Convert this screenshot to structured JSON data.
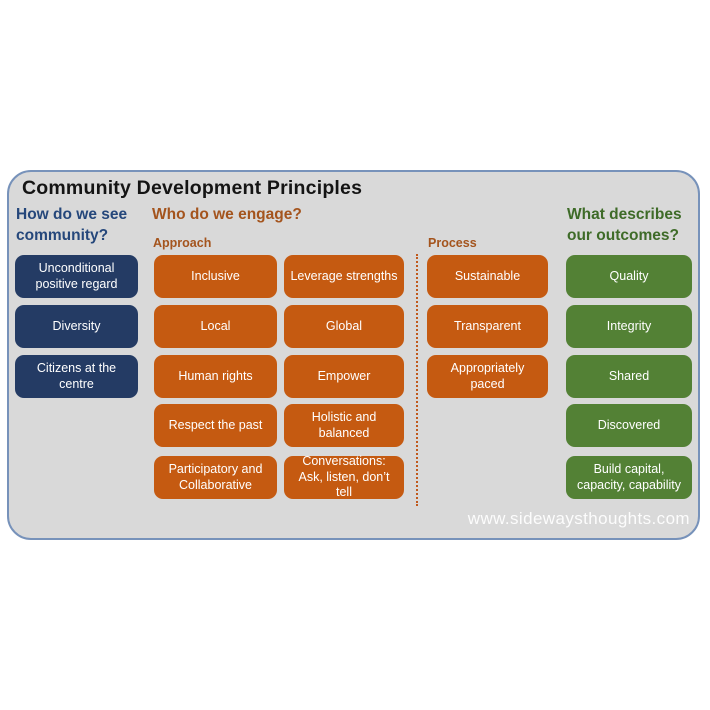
{
  "title": "Community Development Principles",
  "watermark": "www.sidewaysthoughts.com",
  "colors": {
    "panel_background": "#d9d9d9",
    "panel_border": "#7792ba",
    "community_box": "#243b64",
    "engage_box": "#c55a11",
    "outcomes_box": "#538135",
    "community_heading": "#25477b",
    "engage_heading": "#a4541d",
    "outcomes_heading": "#3e6b28",
    "divider": "#c0591d",
    "box_text": "#ffffff"
  },
  "columns": {
    "community": {
      "heading": "How do we see community?",
      "items": [
        "Unconditional positive regard",
        "Diversity",
        "Citizens at the centre"
      ]
    },
    "engage": {
      "heading": "Who do we engage?",
      "approach": {
        "label": "Approach",
        "col1": [
          "Inclusive",
          "Local",
          "Human rights",
          "Respect the past",
          "Participatory and Collaborative"
        ],
        "col2": [
          "Leverage strengths",
          "Global",
          "Empower",
          "Holistic and balanced",
          "Conversations: Ask, listen, don’t tell"
        ]
      },
      "process": {
        "label": "Process",
        "items": [
          "Sustainable",
          "Transparent",
          "Appropriately paced"
        ]
      }
    },
    "outcomes": {
      "heading": "What describes our outcomes?",
      "items": [
        "Quality",
        "Integrity",
        "Shared",
        "Discovered",
        "Build capital, capacity, capability"
      ]
    }
  }
}
